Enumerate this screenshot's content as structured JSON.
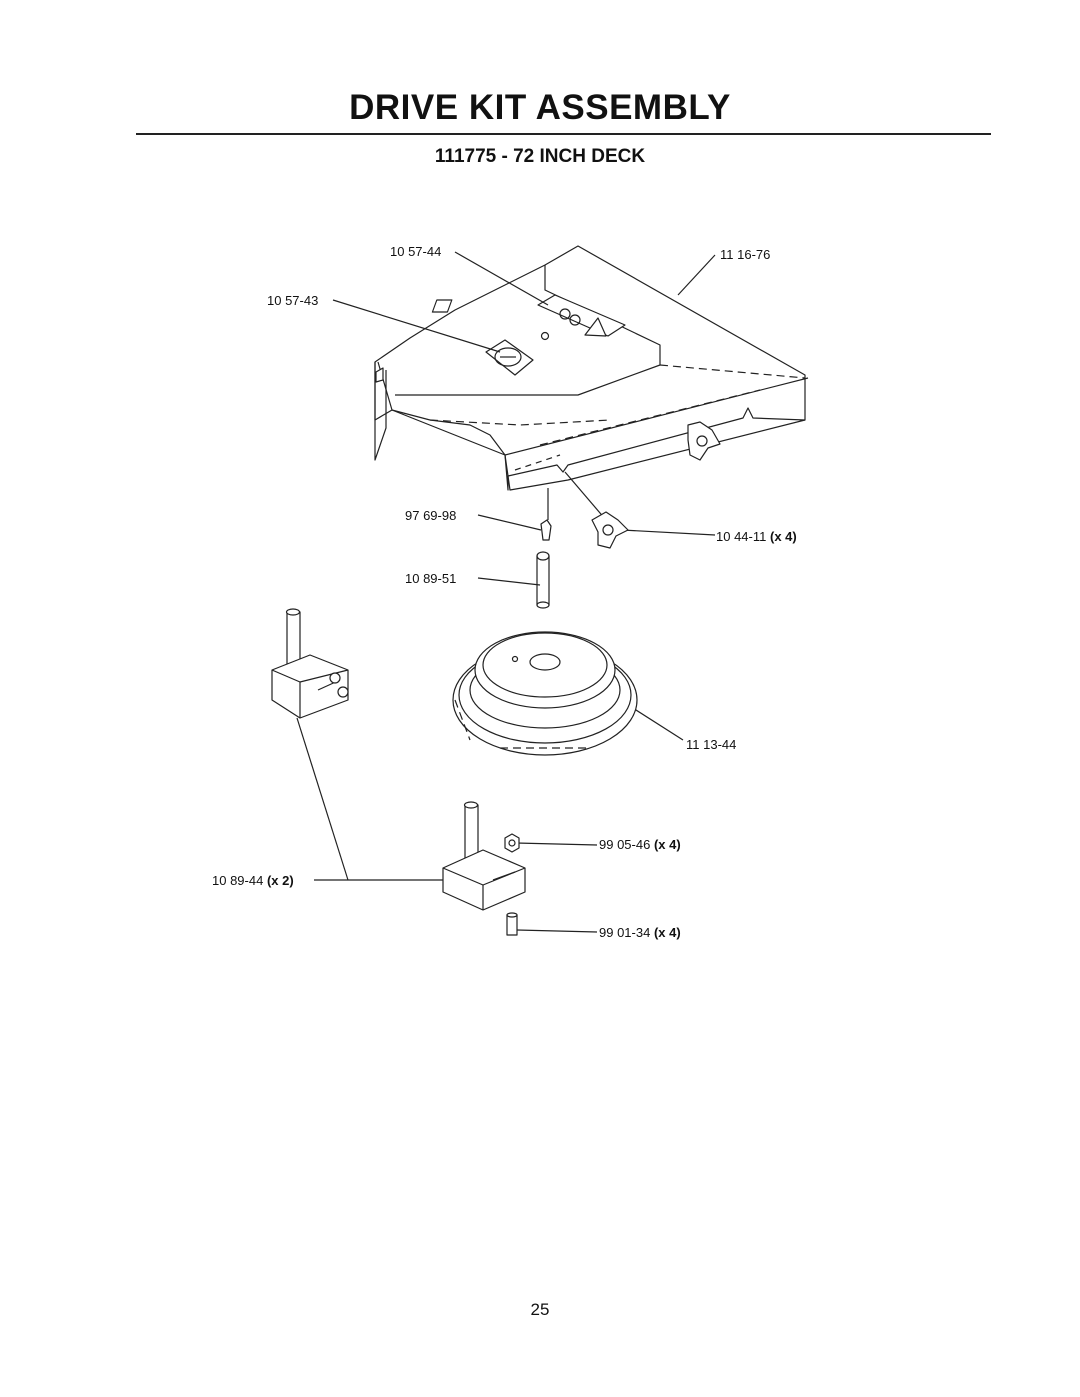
{
  "title": "DRIVE KIT ASSEMBLY",
  "subtitle": "111775 - 72 INCH DECK",
  "callouts": {
    "c1": {
      "part": "10 57-44",
      "qty": ""
    },
    "c2": {
      "part": "11 16-76",
      "qty": ""
    },
    "c3": {
      "part": "10 57-43",
      "qty": ""
    },
    "c4": {
      "part": "97 69-98",
      "qty": ""
    },
    "c5": {
      "part": "10 44-11",
      "qty": "(x 4)"
    },
    "c6": {
      "part": "10 89-51",
      "qty": ""
    },
    "c7": {
      "part": "11 13-44",
      "qty": ""
    },
    "c8": {
      "part": "99 05-46",
      "qty": "(x 4)"
    },
    "c9": {
      "part": "10 89-44",
      "qty": "(x 2)"
    },
    "c10": {
      "part": "99 01-34",
      "qty": "(x 4)"
    }
  },
  "page_number": "25"
}
